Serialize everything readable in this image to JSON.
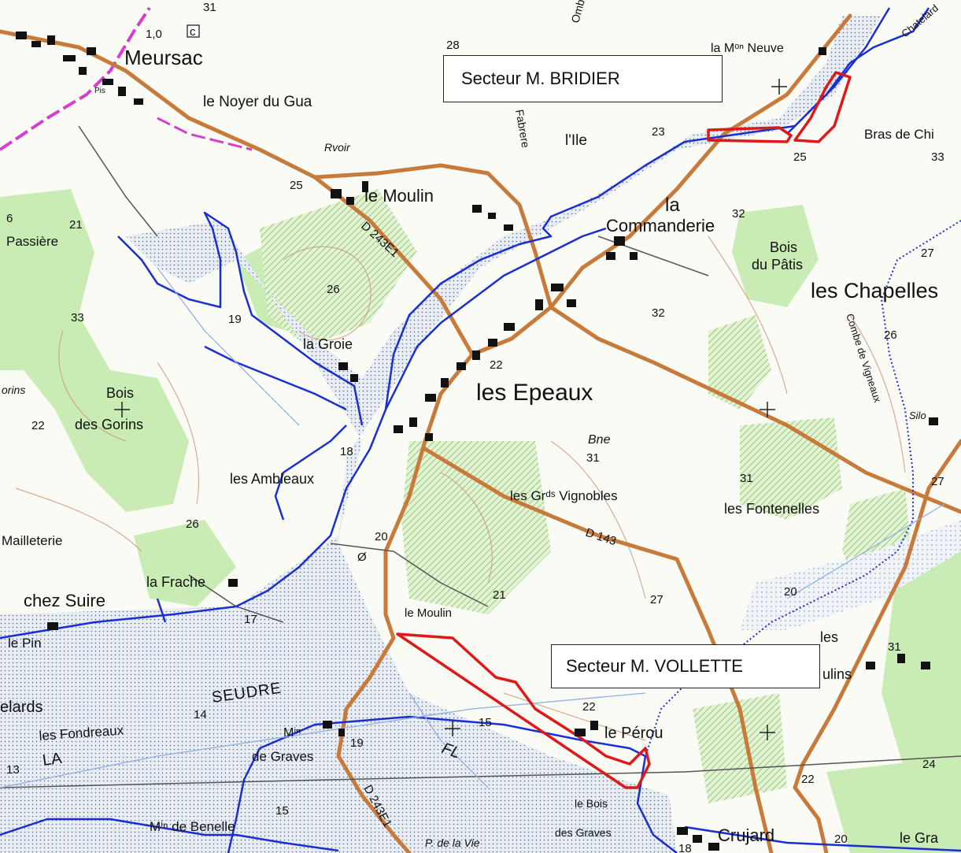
{
  "sectors": {
    "bridier": "Secteur M. BRIDIER",
    "vollette": "Secteur M. VOLLETTE"
  },
  "places": {
    "meursac": "Meursac",
    "noyer": "le Noyer du Gua",
    "rvoir": "Rvoir",
    "moulin_north": "le Moulin",
    "ile": "l'Ile",
    "commanderie_a": "la",
    "commanderie_b": "Commanderie",
    "m_neuve": "la Mᵒⁿ Neuve",
    "bras_de_chi": "Bras de Chi",
    "bois_patis_a": "Bois",
    "bois_patis_b": "du Pâtis",
    "chapelles": "les Chapelles",
    "passiere": "Passière",
    "la_groie": "la Groie",
    "epeaux": "les Epeaux",
    "bne": "Bne",
    "bois_gorins_a": "Bois",
    "bois_gorins_b": "des Gorins",
    "gorins": "orins",
    "ambleaux": "les Ambleaux",
    "grands_vignobles": "les Grᵈˢ Vignobles",
    "fontenelles": "les Fontenelles",
    "mailleterie": "Mailleterie",
    "la_frache": "la Frache",
    "chez_suire": "chez Suire",
    "moulin_south": "le Moulin",
    "le_pin": "le Pin",
    "elards": "elards",
    "seudre": "SEUDRE",
    "la_river": "LA",
    "fondreaux": "les Fondreaux",
    "m_graves_a": "Mⁱⁿ",
    "m_graves_b": "de Graves",
    "fl": "FL",
    "perou": "le Pérou",
    "moulins": "ulins",
    "les_moulins": "les",
    "m_benelle": "Mⁱⁿ de Benelle",
    "p_de_la_vie": "P. de la Vie",
    "bois_graves_a": "le Bois",
    "bois_graves_b": "des Graves",
    "crujard": "Crujard",
    "le_gra": "le Gra",
    "combe": "Combe de Vigneaux",
    "silo": "Silo",
    "chatelard": "Chatelard",
    "ombra": "Ombra",
    "fabrere": "Fabrere",
    "pis": "Pis"
  },
  "roads": {
    "d243e1_north": "D 243E1",
    "d143": "D 143",
    "d243e1_south": "D 243E1"
  },
  "heights": {
    "h_31": "31",
    "h_10": "1,0",
    "h_c": "c",
    "h_28": "28",
    "h_23": "23",
    "h_25a": "25",
    "h_25b": "25",
    "h_33a": "33",
    "h_21a": "21",
    "h_6": "6",
    "h_32a": "32",
    "h_26a": "26",
    "h_27a": "27",
    "h_33b": "33",
    "h_19a": "19",
    "h_32b": "32",
    "h_22a": "22",
    "h_26b": "26",
    "h_22b": "22",
    "h_18": "18",
    "h_31b": "31",
    "h_31c": "31",
    "h_27b": "27",
    "h_26c": "26",
    "h_20a": "20",
    "h_21b": "21",
    "h_27c": "27",
    "h_20b": "20",
    "h_17": "17",
    "h_31d": "31",
    "h_14": "14",
    "h_22c": "22",
    "h_15a": "15",
    "h_19b": "19",
    "h_13": "13",
    "h_15b": "15",
    "h_22d": "22",
    "h_24": "24",
    "h_20c": "20",
    "h_18b": "18",
    "h_o": "Ø"
  },
  "colors": {
    "road": "#c87a3a",
    "river": "#1a2fd0",
    "sector": "#e01818",
    "wood": "#c8ecb4",
    "marsh": "#dde4ee",
    "commune": "#d53fd0",
    "contour": "#c89a7a"
  }
}
